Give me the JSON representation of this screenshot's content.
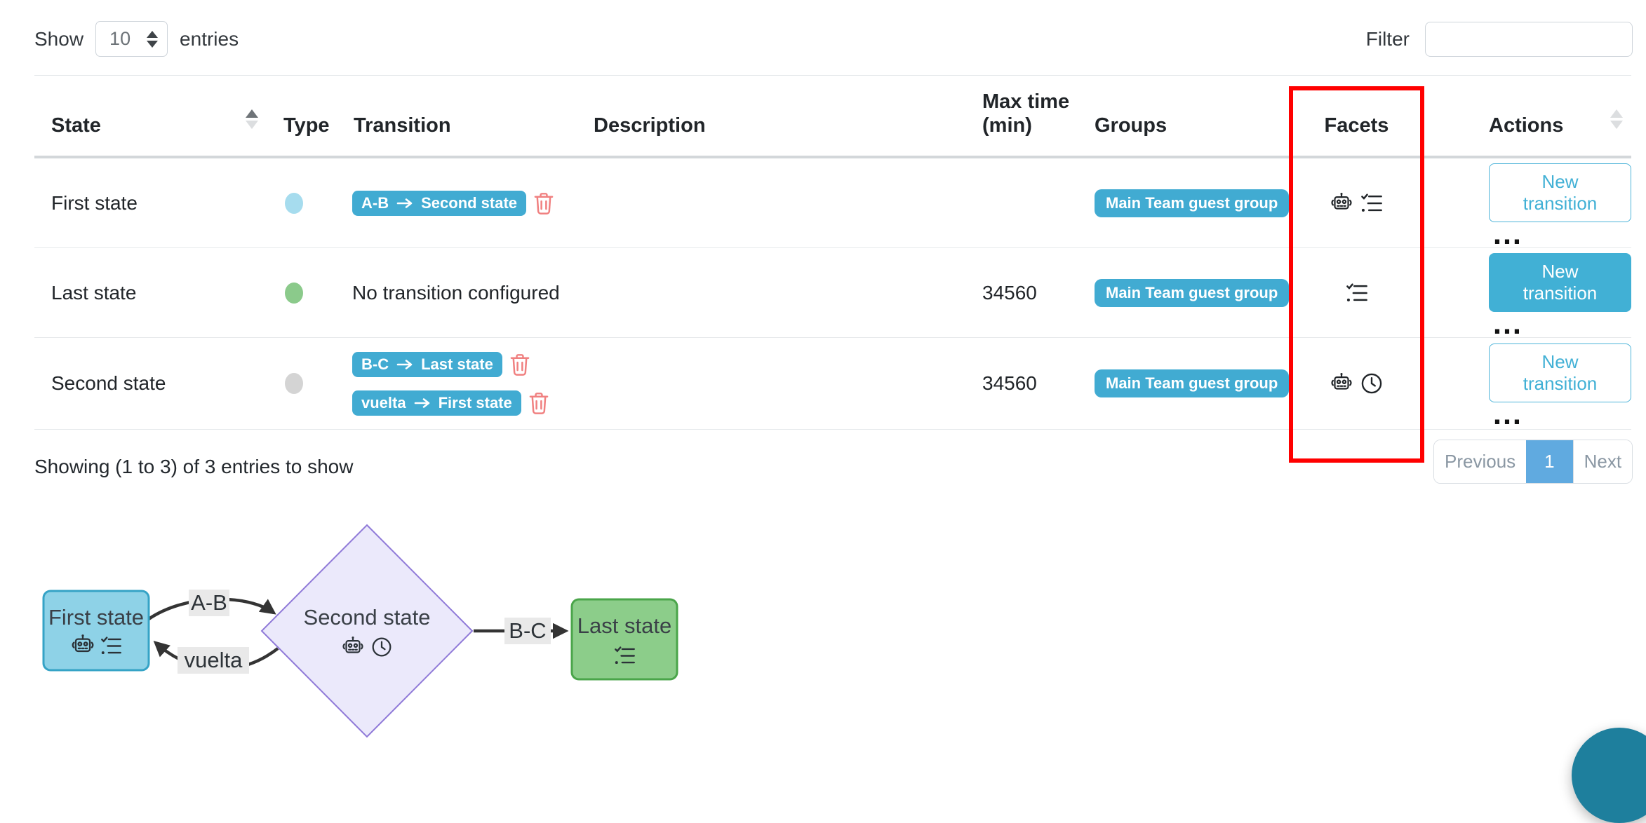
{
  "controls": {
    "show_label": "Show",
    "page_size": "10",
    "entries_label": "entries",
    "filter_label": "Filter",
    "filter_value": ""
  },
  "table": {
    "headers": {
      "state": "State",
      "type": "Type",
      "transition": "Transition",
      "description": "Description",
      "max_time": "Max time (min)",
      "groups": "Groups",
      "facets": "Facets",
      "actions": "Actions"
    },
    "rows": [
      {
        "state": "First state",
        "type_color": "#a6dcee",
        "transitions": [
          {
            "name": "A-B",
            "target": "Second state"
          }
        ],
        "description": "",
        "max_time": "",
        "group": "Main Team guest group",
        "facets": [
          "robot",
          "checklist"
        ],
        "action_label": "New transition",
        "action_style": "outline",
        "more": "…"
      },
      {
        "state": "Last state",
        "type_color": "#8bca8b",
        "transitions": [],
        "no_transition": "No transition configured",
        "description": "",
        "max_time": "34560",
        "group": "Main Team guest group",
        "facets": [
          "checklist"
        ],
        "action_label": "New transition",
        "action_style": "solid",
        "more": "…"
      },
      {
        "state": "Second state",
        "type_color": "#d4d4d4",
        "transitions": [
          {
            "name": "B-C",
            "target": "Last state"
          },
          {
            "name": "vuelta",
            "target": "First state"
          }
        ],
        "description": "",
        "max_time": "34560",
        "group": "Main Team guest group",
        "facets": [
          "robot",
          "clock"
        ],
        "action_label": "New transition",
        "action_style": "outline",
        "more": "…"
      }
    ]
  },
  "footer": {
    "showing_text": "Showing (1 to 3) of 3 entries to show",
    "pagination": {
      "previous": "Previous",
      "page": "1",
      "next": "Next"
    }
  },
  "diagram": {
    "nodes": [
      {
        "label": "First state",
        "shape": "rounded-rect",
        "fill": "#8ed2e7",
        "border": "#35a3c6",
        "facets": [
          "robot",
          "checklist"
        ]
      },
      {
        "label": "Second state",
        "shape": "diamond",
        "fill": "#ebe9fb",
        "border": "#8f79d8",
        "facets": [
          "robot",
          "clock"
        ]
      },
      {
        "label": "Last state",
        "shape": "rounded-rect",
        "fill": "#8ccd8a",
        "border": "#4aa54a",
        "facets": [
          "checklist"
        ]
      }
    ],
    "edges": [
      {
        "label": "A-B",
        "from": "First state",
        "to": "Second state"
      },
      {
        "label": "vuelta",
        "from": "Second state",
        "to": "First state"
      },
      {
        "label": "B-C",
        "from": "Second state",
        "to": "Last state"
      }
    ]
  },
  "colors": {
    "badge_blue": "#41abd2",
    "button_blue": "#41b0d5",
    "trash_red": "#f08080",
    "highlight_red": "#ff0000",
    "pagination_active": "#60aae0",
    "fab_teal": "#1e7f9d",
    "edge_stroke": "#343434",
    "edge_label_bg": "#e9e9e9"
  }
}
